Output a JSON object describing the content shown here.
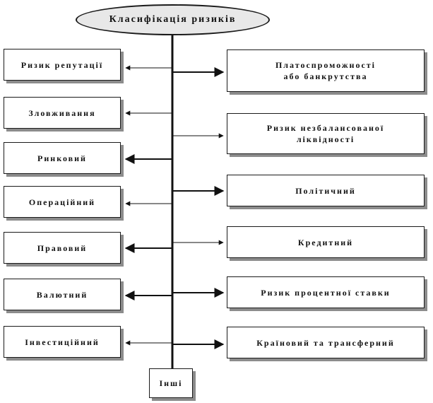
{
  "root": {
    "label": "Класифікація ризиків"
  },
  "left": [
    {
      "label": "Ризик репутації"
    },
    {
      "label": "Зловживання"
    },
    {
      "label": "Ринковий"
    },
    {
      "label": "Операційний"
    },
    {
      "label": "Правовий"
    },
    {
      "label": "Валютний"
    },
    {
      "label": "Інвестиційний"
    }
  ],
  "right": [
    {
      "line1": "Платоспроможності",
      "line2": "або банкрутства"
    },
    {
      "line1": "Ризик незбалансованої",
      "line2": "ліквідності"
    },
    {
      "line1": "Політичний",
      "line2": ""
    },
    {
      "line1": "Кредитний",
      "line2": ""
    },
    {
      "line1": "Ризик процентної ставки",
      "line2": ""
    },
    {
      "line1": "Країновий та трансферний",
      "line2": ""
    }
  ],
  "bottom": {
    "label": "Інші"
  }
}
